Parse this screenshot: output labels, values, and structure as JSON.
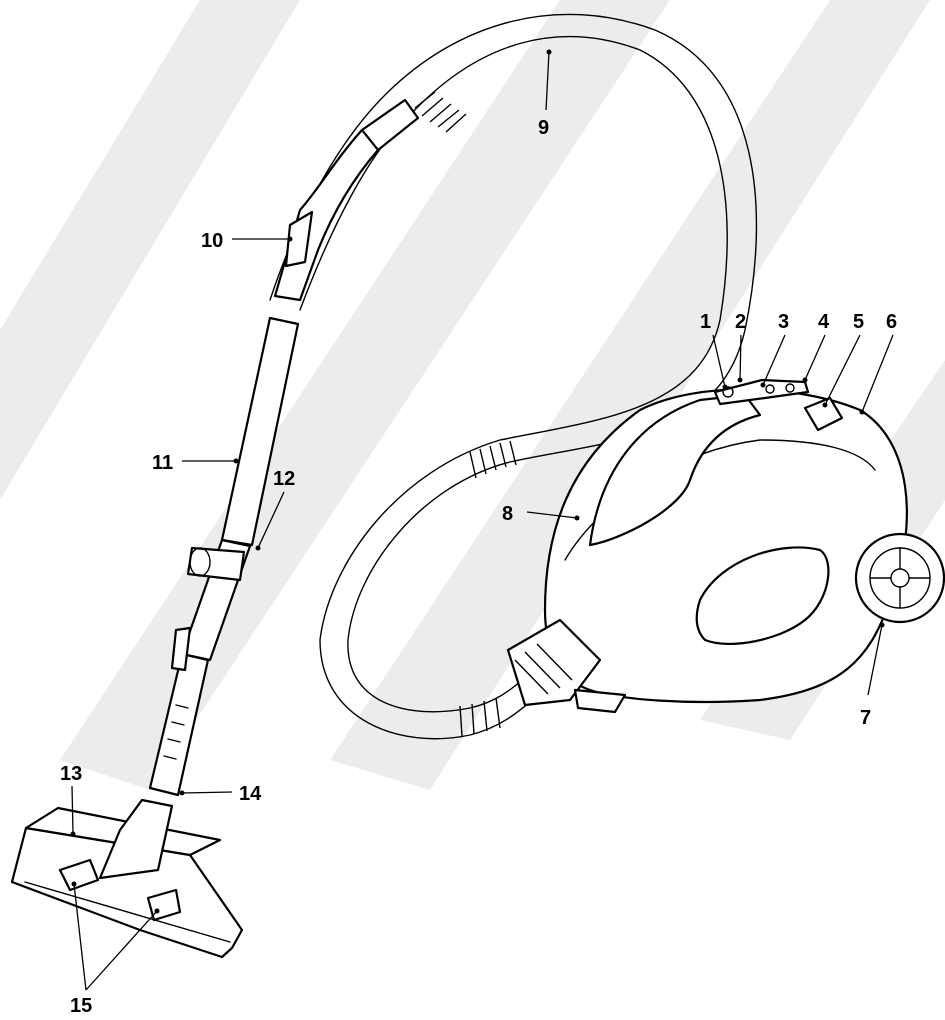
{
  "figure": {
    "watermark_color": "#ececec",
    "line_color": "#000000",
    "callouts": [
      {
        "id": "1",
        "label": "1"
      },
      {
        "id": "2",
        "label": "2"
      },
      {
        "id": "3",
        "label": "3"
      },
      {
        "id": "4",
        "label": "4"
      },
      {
        "id": "5",
        "label": "5"
      },
      {
        "id": "6",
        "label": "6"
      },
      {
        "id": "7",
        "label": "7"
      },
      {
        "id": "8",
        "label": "8"
      },
      {
        "id": "9",
        "label": "9"
      },
      {
        "id": "10",
        "label": "10"
      },
      {
        "id": "11",
        "label": "11"
      },
      {
        "id": "12",
        "label": "12"
      },
      {
        "id": "13",
        "label": "13"
      },
      {
        "id": "14",
        "label": "14"
      },
      {
        "id": "15",
        "label": "15"
      }
    ]
  }
}
